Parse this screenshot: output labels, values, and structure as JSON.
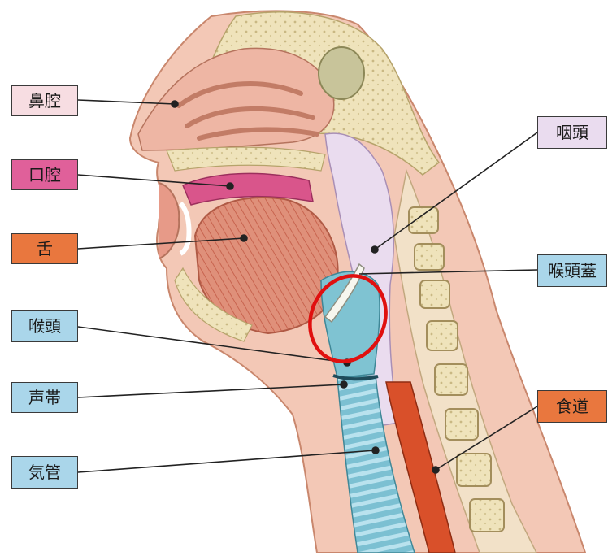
{
  "labels": {
    "nasal_cavity": "鼻腔",
    "oral_cavity": "口腔",
    "tongue": "舌",
    "larynx": "喉頭",
    "vocal_cords": "声帯",
    "trachea": "気管",
    "pharynx": "咽頭",
    "epiglottis": "喉頭蓋",
    "esophagus": "食道"
  },
  "colors": {
    "skin": "#f2c6b4",
    "bone": "#f0e5bd",
    "tongue": "#dc8a72",
    "pharynx": "#e9dcef",
    "airway": "#7fc3d2",
    "esophagus": "#d9502a",
    "highlight": "#e0100f"
  }
}
